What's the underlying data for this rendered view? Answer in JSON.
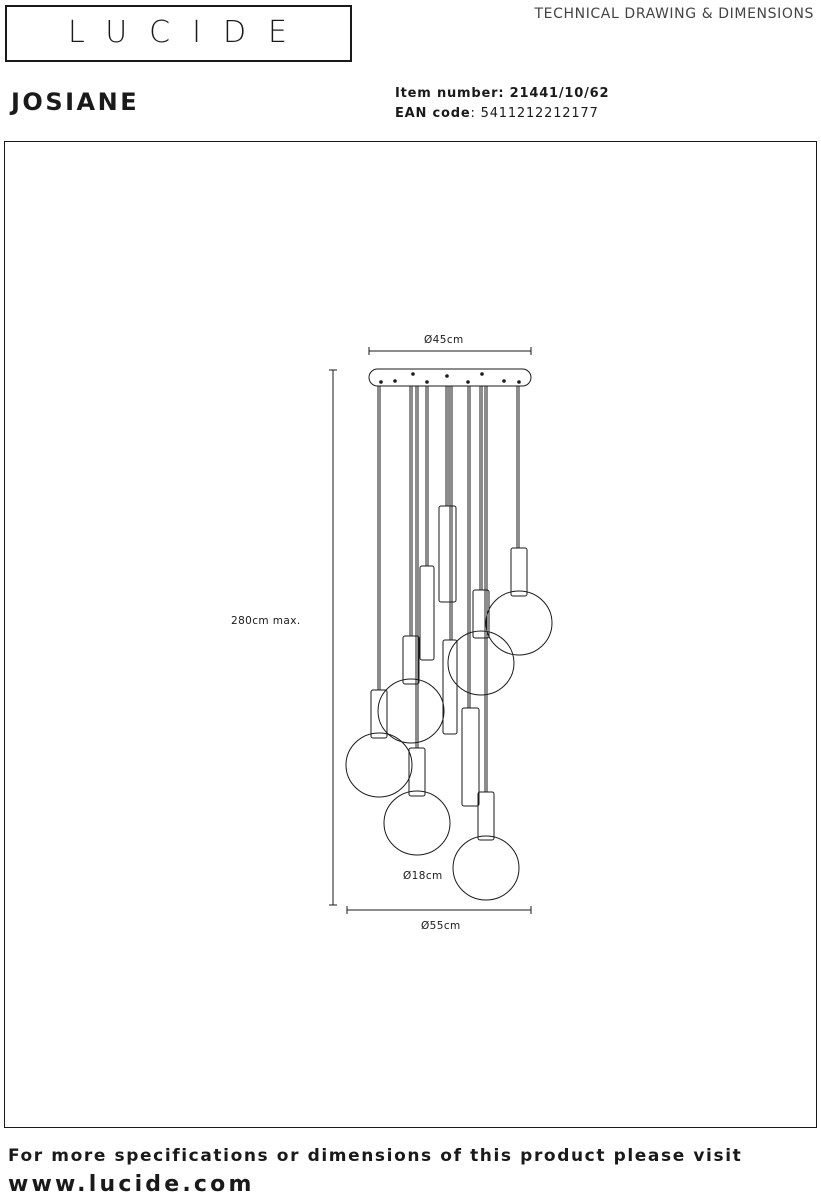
{
  "header": {
    "logo": "LUCIDE",
    "doc_type": "TECHNICAL DRAWING & DIMENSIONS",
    "product_name": "JOSIANE",
    "item_label": "Item number: ",
    "item_value": "21441/10/62",
    "ean_label": "EAN code",
    "ean_value": ": 5411212212177"
  },
  "drawing": {
    "dim_top": "Ø45cm",
    "dim_height": "280cm max.",
    "dim_globe": "Ø18cm",
    "dim_bottom": "Ø55cm"
  },
  "footer": {
    "text": "For more specifications or dimensions of this product please visit",
    "url": "www.lucide.com"
  }
}
